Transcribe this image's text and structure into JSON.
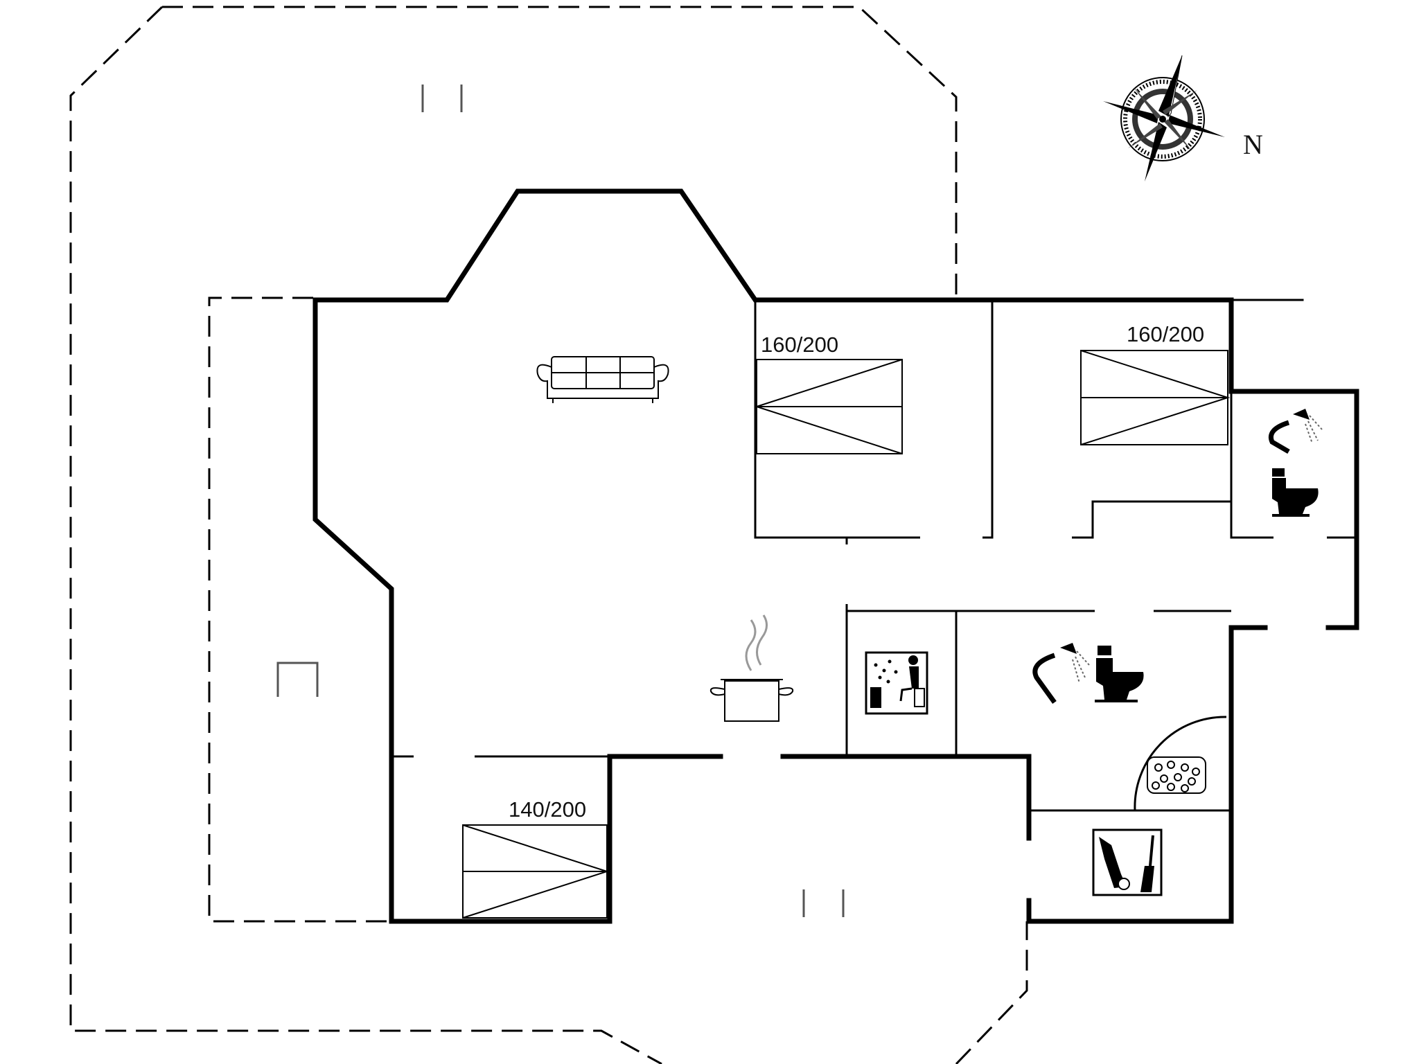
{
  "floorplan": {
    "compass": {
      "direction_label": "N"
    },
    "bed_labels": {
      "bedroom_1": "160/200",
      "bedroom_2": "160/200",
      "bedroom_3": "140/200"
    },
    "icons": [
      "sofa-icon",
      "cooking-pot-icon",
      "sauna-icon",
      "shower-icon",
      "toilet-icon",
      "whirlpool-icon",
      "utility-room-icon",
      "compass-rose-icon"
    ]
  }
}
